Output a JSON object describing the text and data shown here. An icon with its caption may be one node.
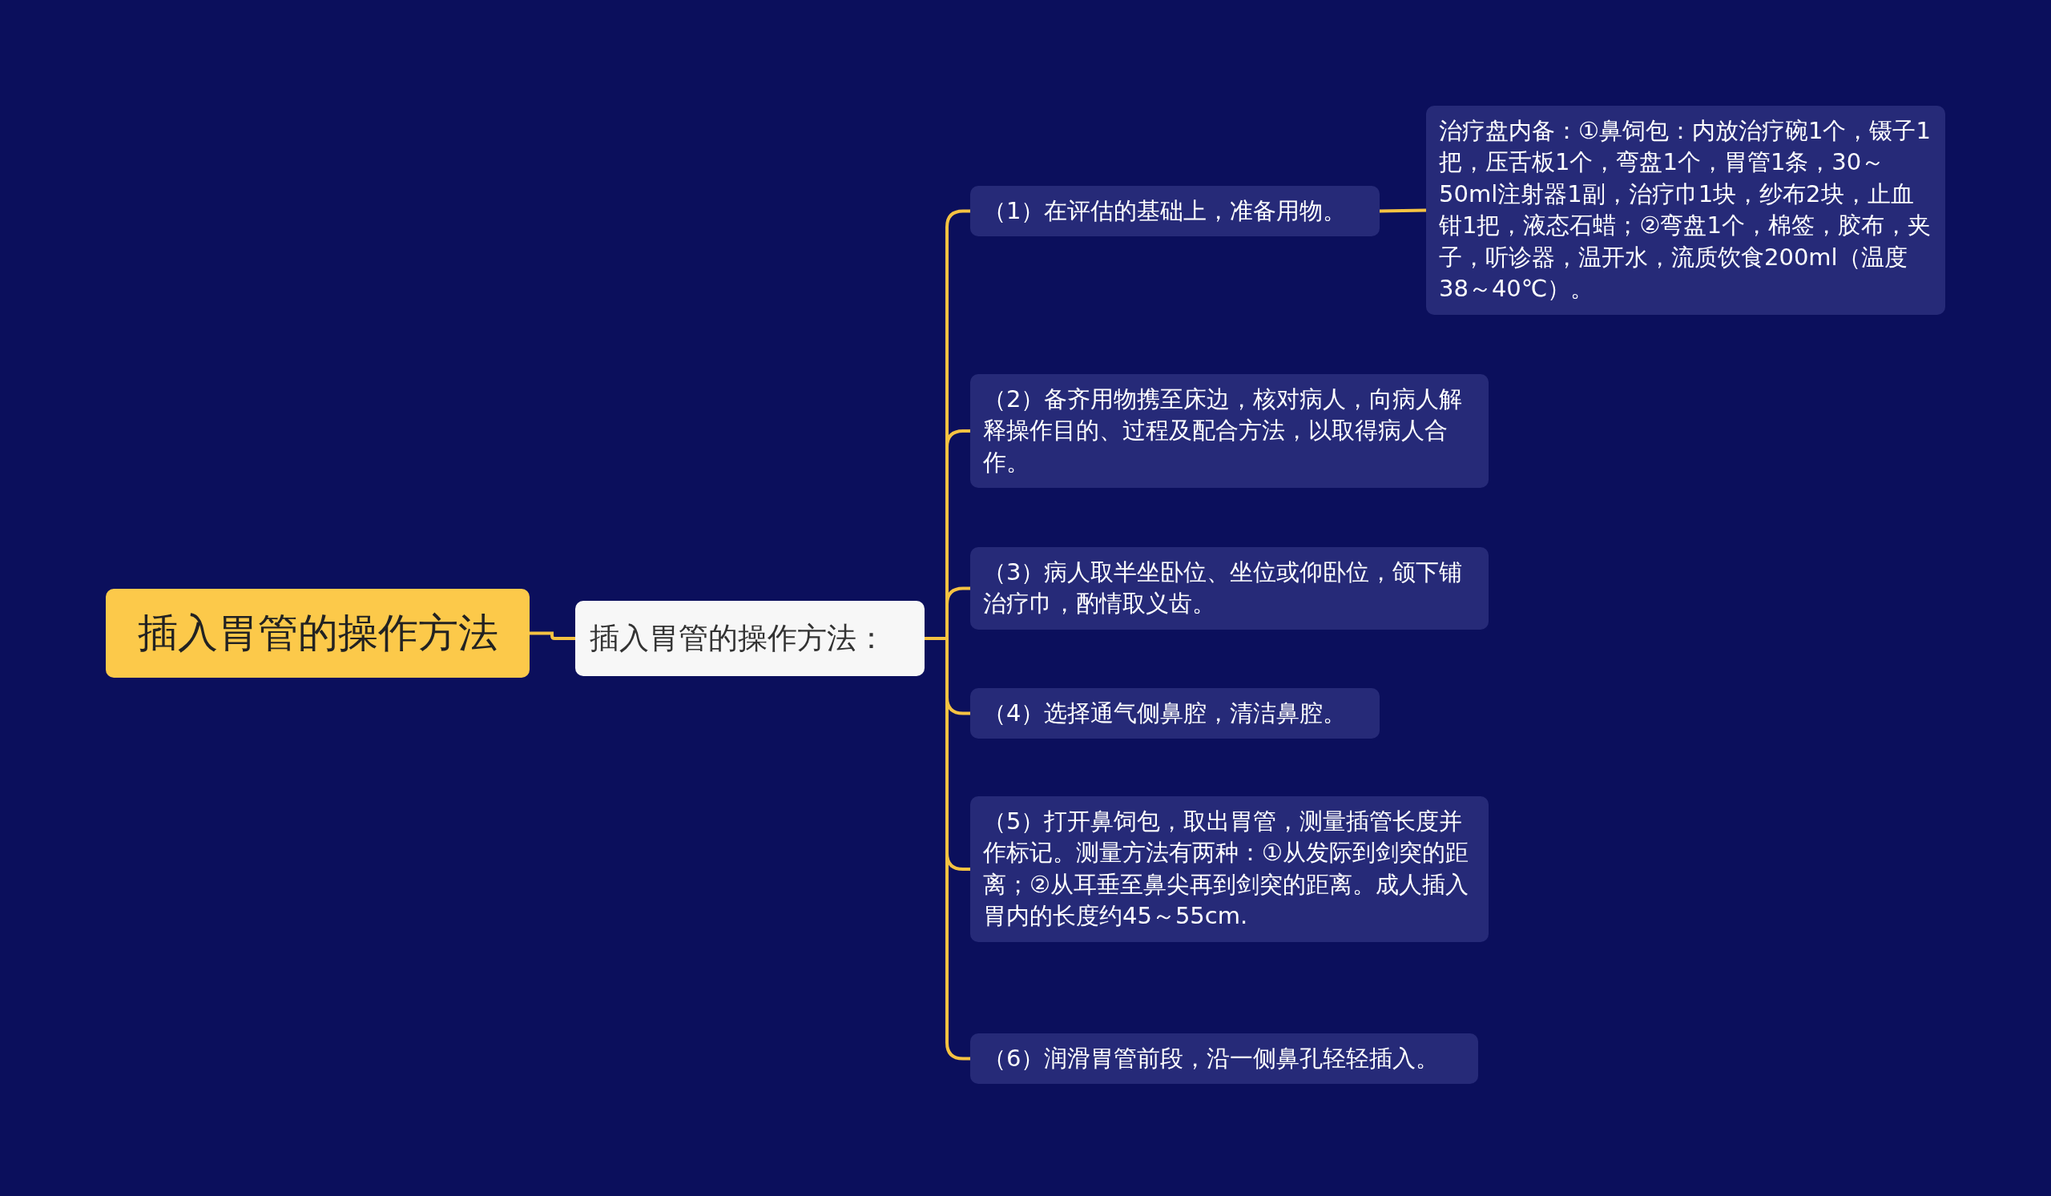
{
  "diagram": {
    "nodes": [
      {
        "text": [
          "插入胃管的操作方法"
        ]
      },
      {
        "text": [
          "插入胃管的操作方法："
        ]
      },
      {
        "text": [
          "（1）在评估的基础上，准备用物。"
        ]
      },
      {
        "text": [
          "治疗盘内备：①鼻饲包：内放治疗碗1个，镊子1把，压舌板1个，弯盘1个，胃管1条，30～50ml注射器1副，治疗巾1块，纱布2块，止血钳1把，液态石蜡；②弯盘1个，棉签，胶布，夹子，听诊器，温开水，流质饮食200ml（温度38～40℃）。"
        ]
      },
      {
        "text": [
          "（2）备齐用物携至床边，核对病人，向病人解释操作目的、过程及配合方法，以取得病人合作。"
        ]
      },
      {
        "text": [
          "（3）病人取半坐卧位、坐位或仰卧位，颌下铺治疗巾，酌情取义齿。"
        ]
      },
      {
        "text": [
          "（4）选择通气侧鼻腔，清洁鼻腔。"
        ]
      },
      {
        "text": [
          "（5）打开鼻饲包，取出胃管，测量插管长度并作标记。测量方法有两种：①从发际到剑突的距离；②从耳垂至鼻尖再到剑突的距离。成人插入胃内的长度约45～55cm."
        ]
      },
      {
        "text": [
          "（6）润滑胃管前段，沿一侧鼻孔轻轻插入。"
        ]
      }
    ],
    "edges": [
      {
        "from": 0,
        "to": 1,
        "arrow": "none"
      },
      {
        "from": 1,
        "to": 2,
        "arrow": "none"
      },
      {
        "from": 2,
        "to": 3,
        "arrow": "none"
      },
      {
        "from": 1,
        "to": 4,
        "arrow": "none"
      },
      {
        "from": 1,
        "to": 5,
        "arrow": "none"
      },
      {
        "from": 1,
        "to": 6,
        "arrow": "none"
      },
      {
        "from": 1,
        "to": 7,
        "arrow": "none"
      },
      {
        "from": 1,
        "to": 8,
        "arrow": "none"
      }
    ]
  }
}
